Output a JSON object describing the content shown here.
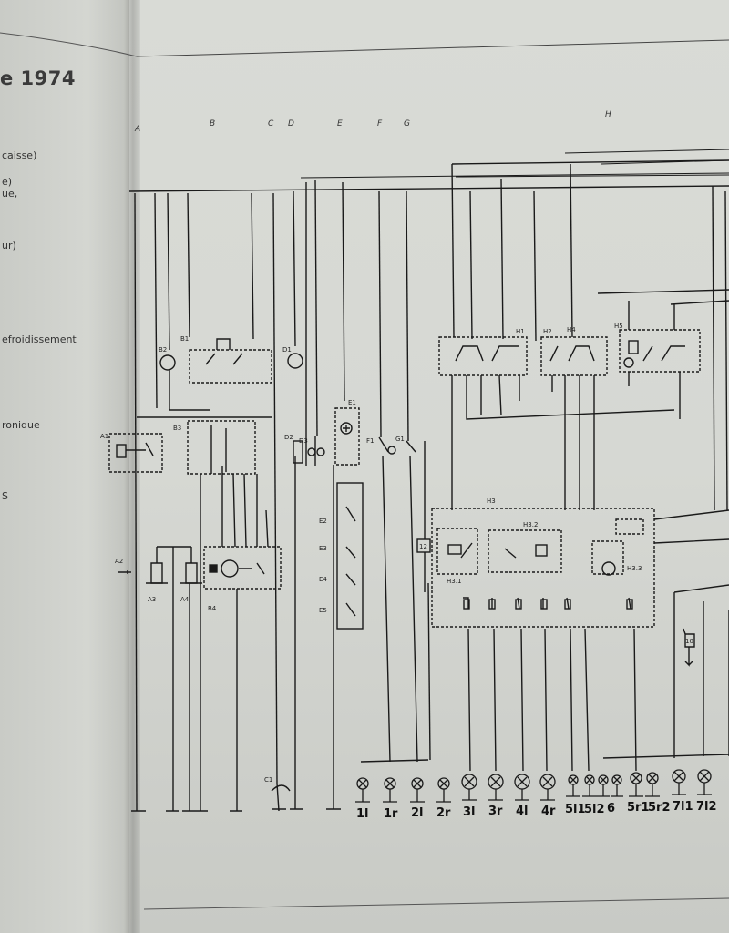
{
  "page": {
    "title": "e 1974",
    "left_column_text": [
      "caisse)",
      "e)",
      "ue,",
      "ur)",
      "efroidissement",
      "ronique",
      "S"
    ]
  },
  "columns": [
    "A",
    "B",
    "C",
    "D",
    "E",
    "F",
    "G",
    "H"
  ],
  "components": [
    "A1",
    "A2",
    "A3",
    "A4",
    "B1",
    "B2",
    "B3",
    "B4",
    "C1",
    "D1",
    "D2",
    "D3",
    "E1",
    "E2",
    "E3",
    "E4",
    "E5",
    "F1",
    "G1",
    "H1",
    "H2",
    "H3",
    "H3.1",
    "H3.2",
    "H3.3",
    "H4",
    "H5",
    "12",
    "10"
  ],
  "lamp_labels": [
    "1l",
    "1r",
    "2l",
    "2r",
    "3l",
    "3r",
    "4l",
    "4r",
    "5l1",
    "5l2",
    "6",
    "5r1",
    "5r2",
    "7l1",
    "7l2"
  ],
  "style": {
    "ink": "#1a1a1a",
    "paper": "#d8dad5"
  }
}
